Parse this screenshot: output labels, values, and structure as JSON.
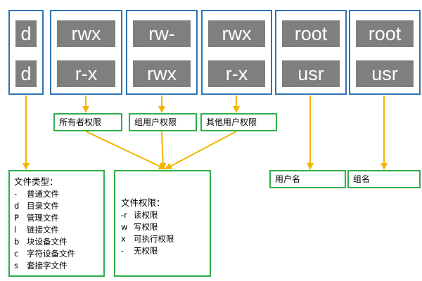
{
  "permission_columns": [
    {
      "top": "d",
      "bottom": "d"
    },
    {
      "top": "rwx",
      "bottom": "r-x"
    },
    {
      "top": "rw-",
      "bottom": "rwx"
    },
    {
      "top": "rwx",
      "bottom": "r-x"
    },
    {
      "top": "root",
      "bottom": "usr"
    },
    {
      "top": "root",
      "bottom": "usr"
    }
  ],
  "labels": {
    "owner": "所有者权限",
    "group": "组用户权限",
    "other": "其他用户权限",
    "username": "用户名",
    "groupname": "组名"
  },
  "file_type": {
    "title": "文件类型：",
    "items": [
      {
        "key": "-",
        "desc": "普通文件"
      },
      {
        "key": "d",
        "desc": "目录文件"
      },
      {
        "key": "P",
        "desc": "管理文件"
      },
      {
        "key": "l",
        "desc": "链接文件"
      },
      {
        "key": "b",
        "desc": "块设备文件"
      },
      {
        "key": "c",
        "desc": "字符设备文件"
      },
      {
        "key": "s",
        "desc": "套接字文件"
      }
    ]
  },
  "file_perm": {
    "title": "文件权限：",
    "items": [
      {
        "key": "-r",
        "desc": "读权限"
      },
      {
        "key": "w",
        "desc": "写权限"
      },
      {
        "key": "x",
        "desc": "可执行权限"
      },
      {
        "key": "-",
        "desc": "无权限"
      }
    ]
  },
  "colors": {
    "column_border": "#2e74b5",
    "cell_fill": "#7f7f7f",
    "label_border": "#2fae4a",
    "arrow": "#f5b400"
  }
}
